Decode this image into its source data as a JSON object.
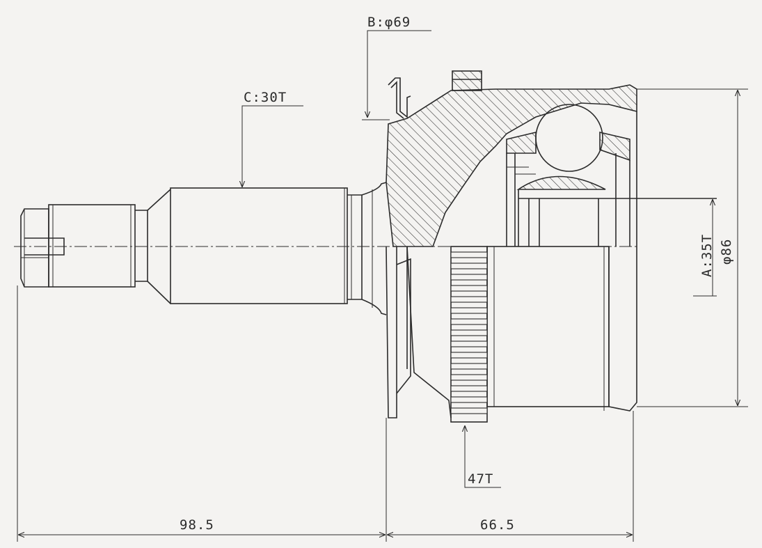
{
  "labels": {
    "outer_spline": "C:30T",
    "seal_diameter": "B:φ69",
    "inner_spline": "A:35T",
    "outer_diameter": "φ86",
    "abs_ring": "47T",
    "shaft_length": "98.5",
    "housing_length": "66.5"
  },
  "colors": {
    "background": "#f4f3f1",
    "line": "#2b2b2b"
  }
}
